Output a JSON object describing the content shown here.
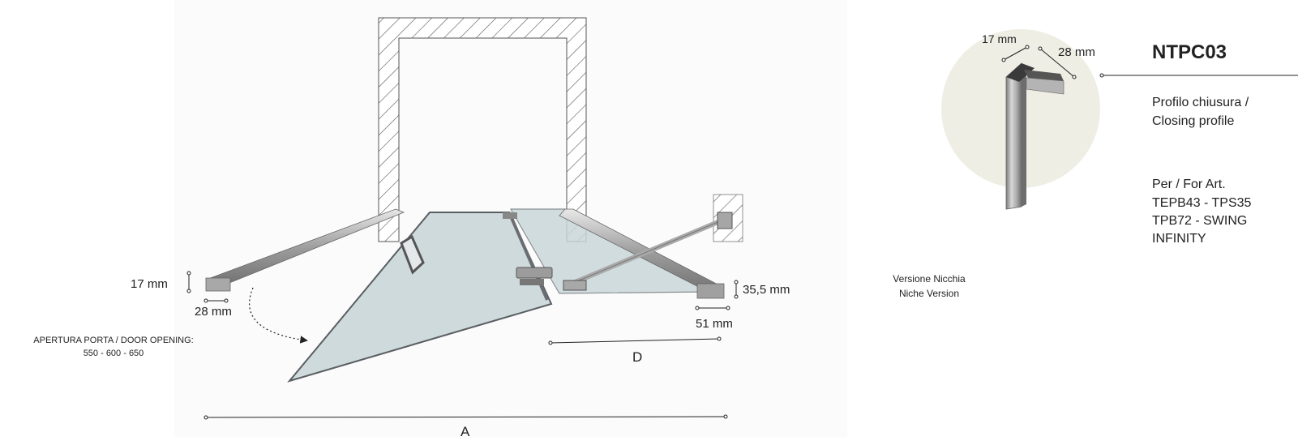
{
  "diagram": {
    "dim_17": "17 mm",
    "dim_28": "28 mm",
    "dim_355": "35,5 mm",
    "dim_51": "51 mm",
    "letter_d": "D",
    "letter_a": "A",
    "opening_line1": "APERTURA PORTA / DOOR OPENING:",
    "opening_line2": "550 - 600 - 650",
    "version_line1": "Versione Nicchia",
    "version_line2": "Niche Version"
  },
  "product": {
    "code": "NTPC03",
    "profile_dim_17": "17 mm",
    "profile_dim_28": "28 mm",
    "desc_line1": "Profilo chiusura /",
    "desc_line2": "Closing profile",
    "for_line": "Per / For Art.",
    "art_line1": "TEPB43 - TPS35",
    "art_line2": "TPB72 - SWING",
    "art_line3": "INFINITY"
  },
  "colors": {
    "glass": "#c9d6d8",
    "steel": "#9a9c9e",
    "circle_bg": "#eeeee4"
  }
}
